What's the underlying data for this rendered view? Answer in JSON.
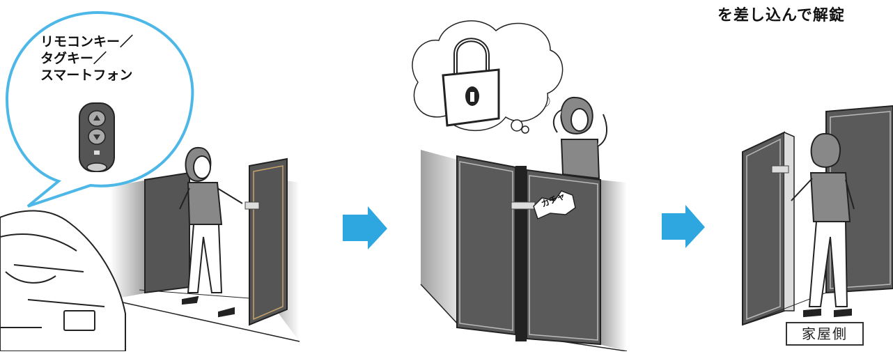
{
  "caption_top": "を差し込んで解錠",
  "bubble": {
    "lines": [
      "リモコンキー／",
      "タグキー／",
      "スマートフォン"
    ]
  },
  "sound_effect": "カチャ",
  "house_side_label": "家屋側",
  "colors": {
    "arrow": "#2ea7e0",
    "door_panel": "#5a5a5a",
    "bubble_outline": "#4db8e8",
    "wall_gray": "#c8c8c8"
  },
  "icons": [
    "remote-key-icon",
    "padlock-icon",
    "arrow-right-icon"
  ]
}
